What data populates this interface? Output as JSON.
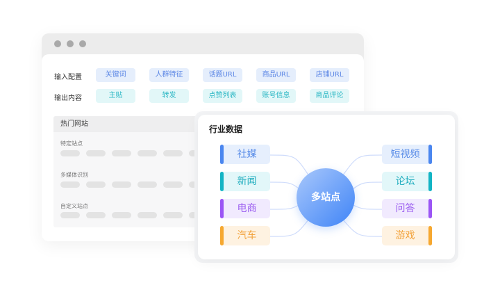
{
  "config": {
    "input_label": "输入配置",
    "inputs": [
      "关键词",
      "人群特征",
      "话题URL",
      "商品URL",
      "店铺URL"
    ],
    "output_label": "输出内容",
    "outputs": [
      "主贴",
      "转发",
      "点赞列表",
      "账号信息",
      "商品评论"
    ]
  },
  "hot_sites": {
    "title": "热门网站",
    "sections": [
      "特定站点",
      "多媒体识别",
      "自定义站点"
    ]
  },
  "industry": {
    "title": "行业数据",
    "center": "多站点",
    "left": [
      {
        "label": "社媒",
        "color": "#4a86ef",
        "bg": "#e6effd",
        "fg": "#5a8de8"
      },
      {
        "label": "新闻",
        "color": "#12b4c4",
        "bg": "#e2f7f9",
        "fg": "#22aebf"
      },
      {
        "label": "电商",
        "color": "#9b55f5",
        "bg": "#f1eafe",
        "fg": "#9a5cf0"
      },
      {
        "label": "汽车",
        "color": "#f6a830",
        "bg": "#fef2e1",
        "fg": "#f2a23a"
      }
    ],
    "right": [
      {
        "label": "短视频",
        "color": "#4a86ef",
        "bg": "#e6effd",
        "fg": "#5a8de8"
      },
      {
        "label": "论坛",
        "color": "#12b4c4",
        "bg": "#e2f7f9",
        "fg": "#22aebf"
      },
      {
        "label": "问答",
        "color": "#9b55f5",
        "bg": "#f1eafe",
        "fg": "#9a5cf0"
      },
      {
        "label": "游戏",
        "color": "#f6a830",
        "bg": "#fef2e1",
        "fg": "#f2a23a"
      }
    ]
  }
}
